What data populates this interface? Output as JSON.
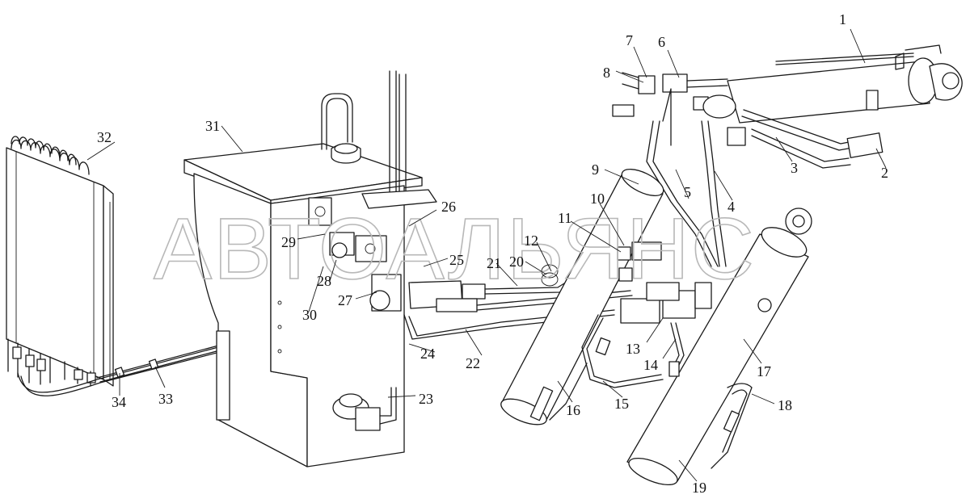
{
  "watermark": "АВТОАЛЬЯНС",
  "callouts": [
    "1",
    "2",
    "3",
    "4",
    "5",
    "6",
    "7",
    "8",
    "9",
    "10",
    "11",
    "12",
    "13",
    "14",
    "15",
    "16",
    "17",
    "18",
    "19",
    "20",
    "21",
    "22",
    "23",
    "24",
    "25",
    "26",
    "27",
    "28",
    "29",
    "30",
    "31",
    "32",
    "33",
    "34"
  ]
}
